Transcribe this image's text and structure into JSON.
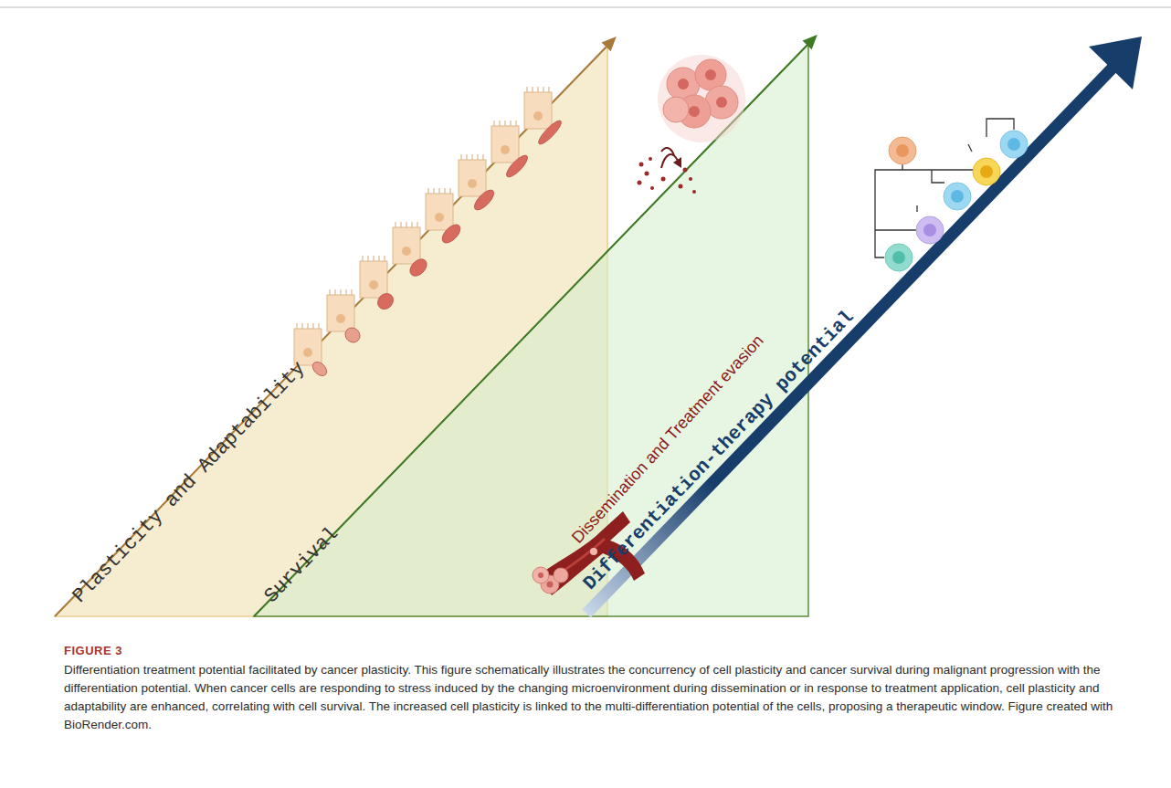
{
  "diagram": {
    "title": "FIGURE 3",
    "caption": "Differentiation treatment potential facilitated by cancer plasticity. This figure schematically illustrates the concurrency of cell plasticity and cancer survival during malignant progression with the differentiation potential. When cancer cells are responding to stress induced by the changing microenvironment during dissemination or in response to treatment application, cell plasticity and adaptability are enhanced, correlating with cell survival. The increased cell plasticity is linked to the multi-differentiation potential of the cells, proposing a therapeutic window. Figure created with BioRender.com.",
    "nodes": [
      {
        "text": [
          "Plasticity and Adaptability"
        ]
      },
      {
        "text": [
          "Survival"
        ]
      }
    ],
    "labels": [
      "Dissemination and Treatment evasion",
      "Differentiation-therapy potential"
    ]
  }
}
